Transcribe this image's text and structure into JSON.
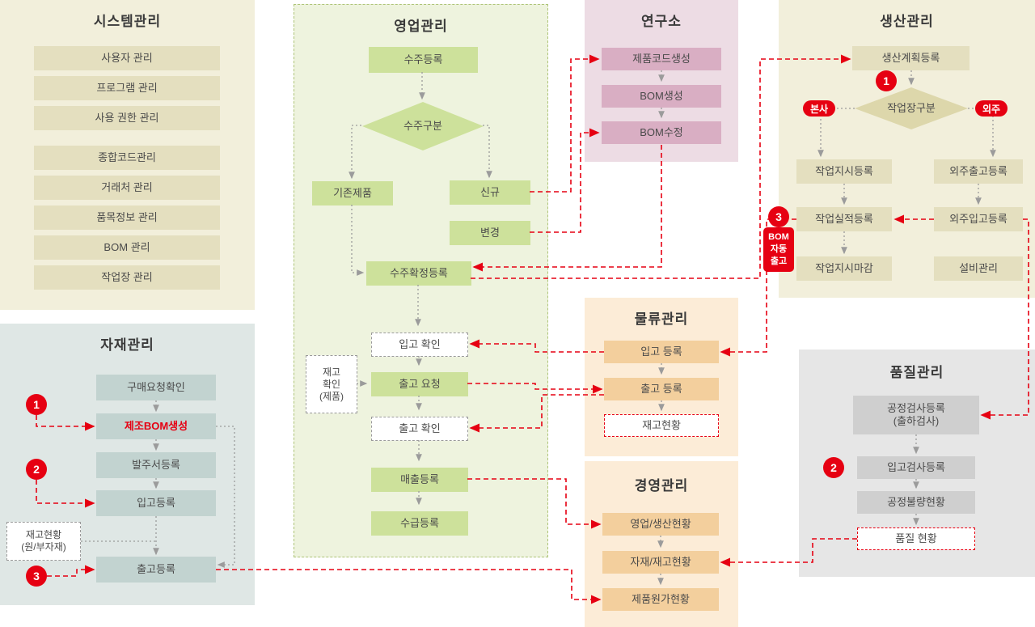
{
  "colors": {
    "accent_red": "#e60012"
  },
  "system": {
    "title": "시스템관리",
    "items": [
      "사용자 관리",
      "프로그램 관리",
      "사용 권한 관리",
      "종합코드관리",
      "거래처 관리",
      "품목정보 관리",
      "BOM 관리",
      "작업장 관리"
    ]
  },
  "material": {
    "title": "자재관리",
    "purchase_request": "구매요청확인",
    "mfg_bom": "제조BOM생성",
    "purchase_order": "발주서등록",
    "inbound": "입고등록",
    "outbound": "출고등록",
    "stock_note_lines": [
      "재고현황",
      "(원/부자재)"
    ],
    "step1": "1",
    "step2": "2",
    "step3": "3"
  },
  "sales": {
    "title": "영업관리",
    "order_register": "수주등록",
    "order_type": "수주구분",
    "existing_product": "기존제품",
    "new_item": "신규",
    "change_item": "변경",
    "order_confirm": "수주확정등록",
    "inbound_check": "입고 확인",
    "outbound_request": "출고 요청",
    "stock_check_lines": [
      "재고",
      "확인",
      "(제품)"
    ],
    "outbound_check": "출고 확인",
    "sales_register": "매출등록",
    "supply_register": "수급등록"
  },
  "lab": {
    "title": "연구소",
    "product_code": "제품코드생성",
    "bom_create": "BOM생성",
    "bom_modify": "BOM수정"
  },
  "logistics": {
    "title": "물류관리",
    "inbound": "입고 등록",
    "outbound": "출고 등록",
    "stock_status": "재고현황"
  },
  "management": {
    "title": "경영관리",
    "sales_production": "영업/생산현황",
    "material_stock": "자재/재고현황",
    "product_cost": "제품원가현황"
  },
  "production": {
    "title": "생산관리",
    "plan_register": "생산계획등록",
    "work_type": "작업장구분",
    "inhouse": "본사",
    "outsource": "외주",
    "work_order": "작업지시등록",
    "outsource_out": "외주출고등록",
    "work_result": "작업실적등록",
    "outsource_in": "외주입고등록",
    "work_close": "작업지시마감",
    "equipment": "설비관리",
    "step1": "1",
    "step3": "3",
    "bom_auto_lines": [
      "BOM",
      "자동",
      "출고"
    ]
  },
  "quality": {
    "title": "품질관리",
    "process_inspect_lines": [
      "공정검사등록",
      "(출하검사)"
    ],
    "inbound_inspect": "입고검사등록",
    "process_defect": "공정불량현황",
    "quality_status": "품질 현황",
    "step2": "2"
  }
}
